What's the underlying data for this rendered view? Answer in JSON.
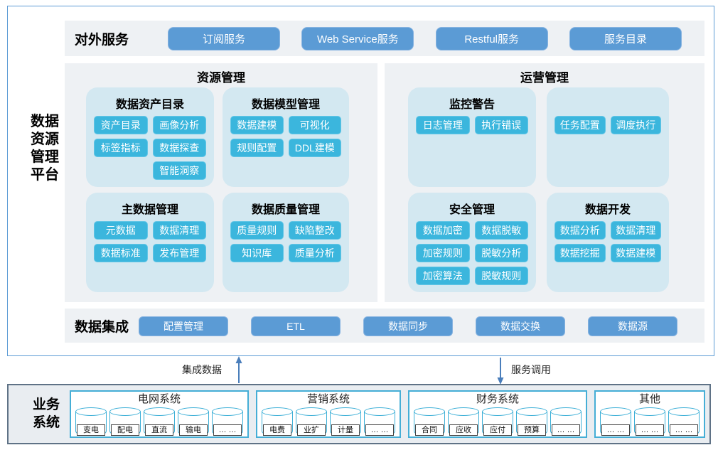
{
  "platform": {
    "title": "数据资源管理平台",
    "title_lines": [
      "数据",
      "资源",
      "管理",
      "平台"
    ]
  },
  "external_services": {
    "label": "对外服务",
    "buttons": [
      "订阅服务",
      "Web Service服务",
      "Restful服务",
      "服务目录"
    ]
  },
  "resource_management": {
    "title": "资源管理",
    "groups": [
      {
        "title": "数据资产目录",
        "items": [
          "资产目录",
          "画像分析",
          "标签指标",
          "数据探查",
          "",
          "智能洞察"
        ]
      },
      {
        "title": "数据模型管理",
        "items": [
          "数据建模",
          "可视化",
          "规则配置",
          "DDL建模"
        ]
      },
      {
        "title": "主数据管理",
        "items": [
          "元数据",
          "数据清理",
          "数据标准",
          "发布管理"
        ]
      },
      {
        "title": "数据质量管理",
        "items": [
          "质量规则",
          "缺陷整改",
          "知识库",
          "质量分析"
        ]
      }
    ]
  },
  "operation_management": {
    "title": "运营管理",
    "groups": [
      {
        "title": "监控警告",
        "items": [
          "日志管理",
          "执行错误"
        ]
      },
      {
        "title": "",
        "items": [
          "任务配置",
          "调度执行"
        ]
      },
      {
        "title": "安全管理",
        "items": [
          "数据加密",
          "数据脱敏",
          "加密规则",
          "脱敏分析",
          "加密算法",
          "脱敏规则"
        ]
      },
      {
        "title": "数据开发",
        "items": [
          "数据分析",
          "数据清理",
          "数据挖掘",
          "数据建模"
        ]
      }
    ]
  },
  "data_integration": {
    "label": "数据集成",
    "buttons": [
      "配置管理",
      "ETL",
      "数据同步",
      "数据交换",
      "数据源"
    ]
  },
  "arrows": {
    "up_label": "集成数据",
    "down_label": "服务调用"
  },
  "business_systems": {
    "label": "业务系统",
    "label_lines": [
      "业务",
      "系统"
    ],
    "systems": [
      {
        "title": "电网系统",
        "databases": [
          "变电",
          "配电",
          "直流",
          "输电",
          "… …"
        ]
      },
      {
        "title": "营销系统",
        "databases": [
          "电费",
          "业扩",
          "计量",
          "… …"
        ]
      },
      {
        "title": "财务系统",
        "databases": [
          "合同",
          "应收",
          "应付",
          "预算",
          "… …"
        ]
      },
      {
        "title": "其他",
        "databases": [
          "… …",
          "… …",
          "… …"
        ]
      }
    ]
  },
  "colors": {
    "primary_blue": "#5b9bd5",
    "module_cyan": "#3bb6dd",
    "panel_bg": "#eef1f4",
    "group_bg": "#d3e8f1",
    "outer_border": "#5b9bd5",
    "bottom_border": "#5f7286",
    "system_border": "#45aed6",
    "arrow_blue": "#4a7ebb"
  }
}
